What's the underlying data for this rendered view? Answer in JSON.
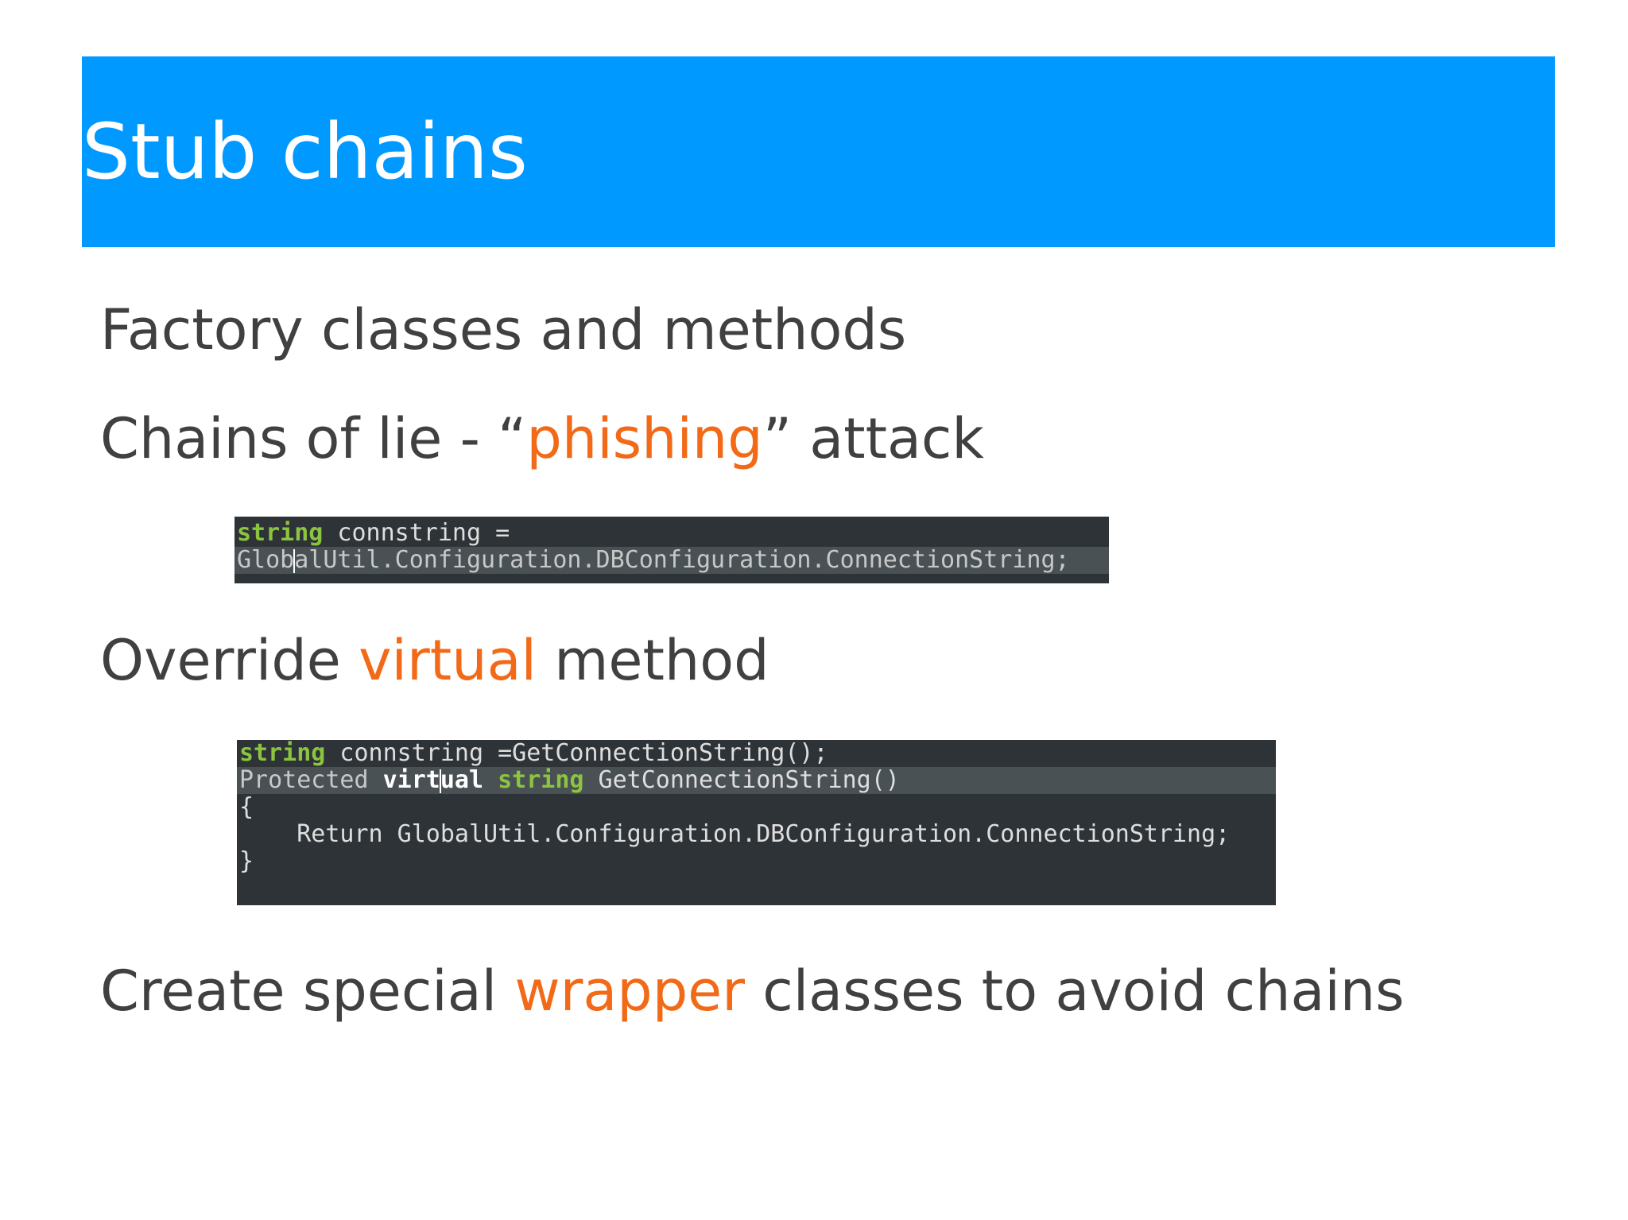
{
  "slide": {
    "title": "Stub chains",
    "bullets": [
      {
        "text": "Factory classes and methods"
      },
      {
        "pre": "Chains of lie - “",
        "accent": "phishing",
        "post": "” attack"
      },
      {
        "pre": "Override ",
        "accent": "virtual",
        "post": " method"
      },
      {
        "pre": "Create special ",
        "accent": "wrapper",
        "post": " classes to avoid chains"
      }
    ]
  },
  "code1": {
    "line1_kw": "string",
    "line1_rest": " connstring =",
    "line2_a": "Glob",
    "line2_b": "alUtil.Configuration.DBConfiguration.ConnectionString;"
  },
  "code2": {
    "line1_kw": "string",
    "line1_rest": " connstring =GetConnectionString();",
    "line2_a": "Protected ",
    "line2_kw_a": "virt",
    "line2_kw_b": "ual",
    "line2_sp": " ",
    "line2_kw2": "string",
    "line2_rest": " GetConnectionString()",
    "line3": "{",
    "line4": "    Return GlobalUtil.Configuration.DBConfiguration.ConnectionString;",
    "line5": "}"
  },
  "colors": {
    "title_bar": "#0099ff",
    "accent": "#f26a17",
    "body_text": "#404040",
    "code_bg": "#2e3337",
    "code_keyword": "#8bc43f"
  }
}
